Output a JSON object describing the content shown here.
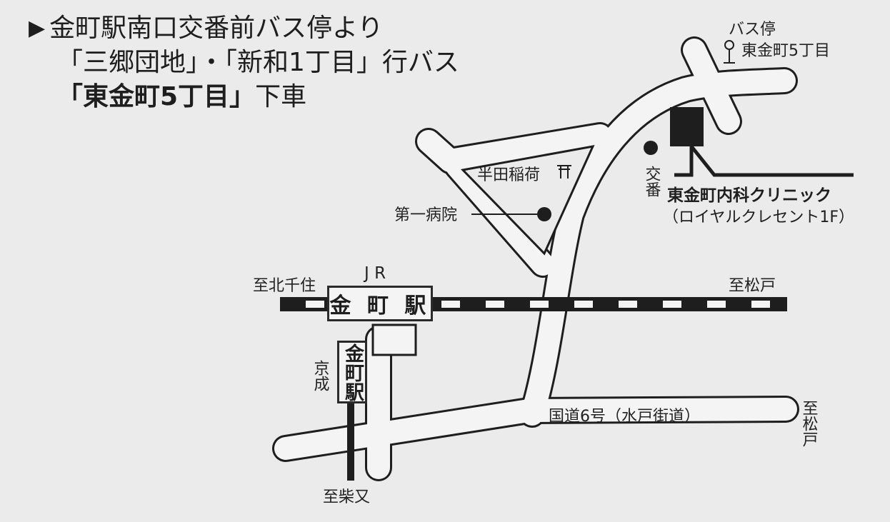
{
  "directions": {
    "line1": "金町駅南口交番前バス停より",
    "line2": "「三郷団地」・「新和1丁目」行バス",
    "line3_bold": "「東金町5丁目」",
    "line3_rest": "下車"
  },
  "map": {
    "bus_stop_label": "バス停",
    "bus_stop_name": "東金町5丁目",
    "handa_inari": "半田稲荷",
    "daiichi_hospital": "第一病院",
    "koban": "交番",
    "clinic_name": "東金町内科クリニック",
    "clinic_building": "（ロイヤルクレセント1F）",
    "jr_label": "J R",
    "jr_station": "金 町 駅",
    "to_kitasenju": "至北千住",
    "to_matsudo_rail": "至松戸",
    "keisei_label": "京成",
    "keisei_station": "金町駅",
    "to_shibamata": "至柴又",
    "route6": "国道6号（水戸街道）",
    "to_matsudo_road": "至松戸"
  },
  "colors": {
    "background": "#ebebeb",
    "road_fill": "#f4f4f4",
    "ink": "#1e1e1e",
    "rail_white": "#f4f4f4"
  }
}
